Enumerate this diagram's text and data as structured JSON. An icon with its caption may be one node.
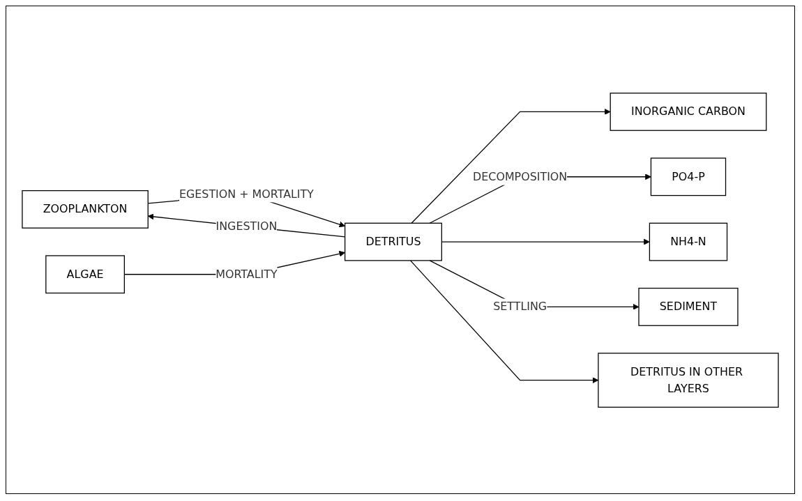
{
  "diagram": {
    "nodes": [
      {
        "text": [
          "ZOOPLANKTON"
        ]
      },
      {
        "text": [
          "ALGAE"
        ]
      },
      {
        "text": [
          "DETRITUS"
        ]
      },
      {
        "text": [
          "INORGANIC CARBON"
        ]
      },
      {
        "text": [
          "PO4-P"
        ]
      },
      {
        "text": [
          "NH4-N"
        ]
      },
      {
        "text": [
          "SEDIMENT"
        ]
      },
      {
        "text": [
          "DETRITUS IN OTHER LAYERS"
        ]
      }
    ],
    "edges": [
      {
        "from": 0,
        "to": 2,
        "arrow": "to",
        "label": "EGESTION + MORTALITY"
      },
      {
        "from": 2,
        "to": 0,
        "arrow": "to",
        "label": "INGESTION"
      },
      {
        "from": 1,
        "to": 2,
        "arrow": "to",
        "label": "MORTALITY"
      },
      {
        "from": 2,
        "to": 3,
        "arrow": "to"
      },
      {
        "from": 2,
        "to": 4,
        "arrow": "to",
        "label": "DECOMPOSITION"
      },
      {
        "from": 2,
        "to": 5,
        "arrow": "to"
      },
      {
        "from": 2,
        "to": 6,
        "arrow": "to",
        "label": "SETTLING"
      },
      {
        "from": 2,
        "to": 7,
        "arrow": "to"
      }
    ]
  }
}
